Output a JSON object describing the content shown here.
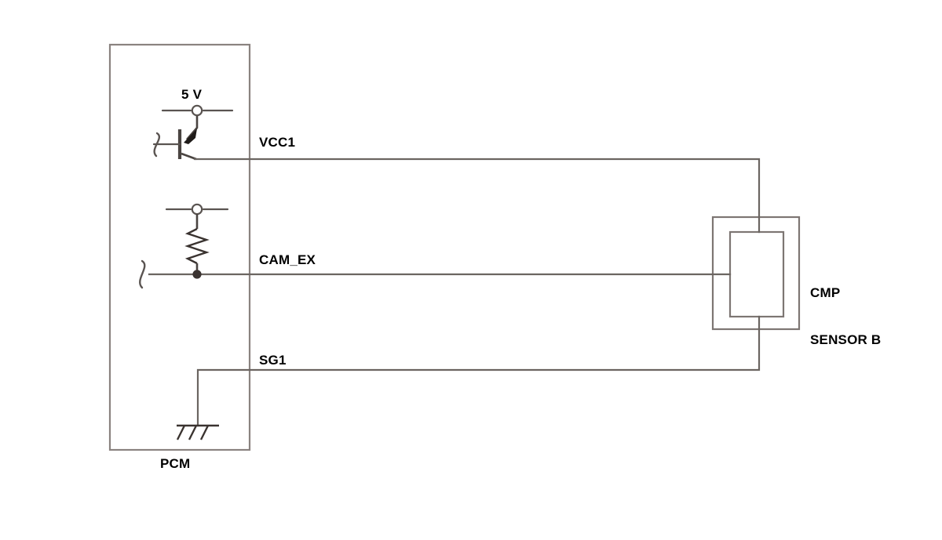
{
  "diagram": {
    "title": "CMP Sensor B wiring schematic",
    "type": "automotive-wiring-schematic",
    "background_color": "#ffffff",
    "wire_color": "#6b6561",
    "component_color": "#3a3330",
    "text_color": "#000000"
  },
  "modules": {
    "pcm": {
      "label": "PCM",
      "description": "Powertrain Control Module enclosure"
    },
    "sensor": {
      "label_line1": "CMP",
      "label_line2": "SENSOR B",
      "description": "Camshaft position sensor B, drawn as nested rectangles"
    }
  },
  "supply": {
    "label": "5 V",
    "description": "Five volt regulated supply node feeding the transistor collector"
  },
  "circuits": [
    {
      "name": "vcc1",
      "label": "VCC1",
      "description": "Sensor supply line driven from transistor emitter to sensor top terminal"
    },
    {
      "name": "cam_ex",
      "label": "CAM_EX",
      "description": "Camshaft signal line with pull-up resistor, runs to sensor left terminal"
    },
    {
      "name": "sg1",
      "label": "SG1",
      "description": "Signal ground return from sensor bottom terminal to chassis ground"
    }
  ],
  "components": {
    "transistor": {
      "name": "transistor",
      "type": "NPN bipolar transistor",
      "description": "Collector to 5 V node, base to left wire-break, emitter to VCC1 line"
    },
    "resistor": {
      "name": "resistor",
      "type": "zigzag resistor",
      "description": "Pull-up resistor between upper node and CAM_EX junction"
    },
    "ground": {
      "name": "chassis-ground",
      "type": "chassis ground symbol",
      "description": "Hatched chassis ground at the bottom of the SG1 line"
    },
    "junction": {
      "name": "junction-dot",
      "type": "connection dot",
      "description": "Solid dot where the resistor meets the CAM_EX line"
    },
    "nodes": {
      "name": "open-node",
      "type": "open circle terminal",
      "description": "Open circle connection points on the 5 V rail and resistor rail"
    },
    "wire_break": {
      "name": "wire-break",
      "type": "squiggle break symbol",
      "description": "Curved squiggle indicating wire continues off-diagram"
    }
  }
}
